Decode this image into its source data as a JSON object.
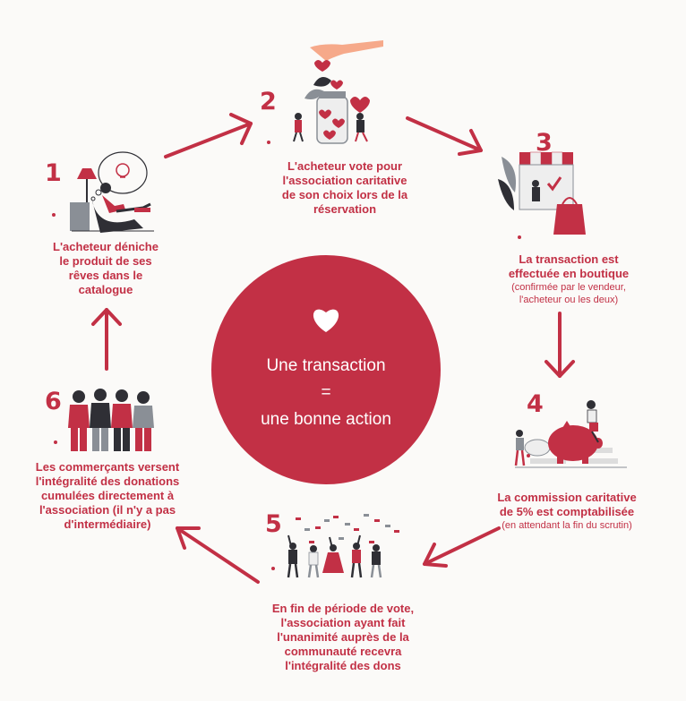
{
  "center": {
    "icon": "heart-icon",
    "line1": "Une transaction",
    "line2": "=",
    "line3": "une bonne action"
  },
  "steps": [
    {
      "number": "1",
      "illustration": "woman-reading-lamp-illustration",
      "lines": [
        "L'acheteur déniche",
        "le produit de ses",
        "rêves dans le",
        "catalogue"
      ]
    },
    {
      "number": "2",
      "illustration": "hearts-jar-illustration",
      "lines": [
        "L'acheteur vote pour",
        "l'association caritative",
        "de son choix lors de la",
        "réservation"
      ]
    },
    {
      "number": "3",
      "illustration": "shop-stall-illustration",
      "lines": [
        "La transaction est",
        "effectuée en boutique"
      ],
      "sub_lines": [
        "(confirmée par le vendeur,",
        "l'acheteur ou les deux)"
      ]
    },
    {
      "number": "4",
      "illustration": "piggy-bank-illustration",
      "lines": [
        "La commission caritative",
        "de 5% est comptabilisée"
      ],
      "sub_lines": [
        "(en attendant la fin du scrutin)"
      ]
    },
    {
      "number": "5",
      "illustration": "people-celebrating-illustration",
      "lines": [
        "En fin de période de vote,",
        "l'association ayant fait",
        "l'unanimité  auprès de la",
        "communauté recevra",
        "l'intégralité des dons"
      ]
    },
    {
      "number": "6",
      "illustration": "group-hug-illustration",
      "lines": [
        "Les commerçants versent",
        "l'intégralité des donations",
        "cumulées directement à",
        "l'association (il n'y a pas",
        "d'intermédiaire)"
      ]
    }
  ],
  "colors": {
    "accent": "#c23045",
    "dark": "#2f2f35",
    "grey": "#8a8f96",
    "background": "#fbfaf8"
  }
}
